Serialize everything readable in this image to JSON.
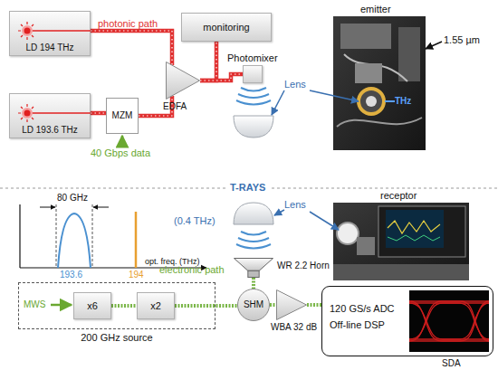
{
  "diagram": {
    "nodes": [
      {
        "text": [
          "LD 194 THz"
        ]
      },
      {
        "text": [
          "LD 193.6 THz"
        ]
      },
      {
        "text": [
          "MZM"
        ]
      },
      {
        "text": [
          "EDFA"
        ]
      },
      {
        "text": [
          "monitoring"
        ]
      },
      {
        "text": [
          "Photomixer"
        ]
      },
      {
        "text": [
          "200 GHz source"
        ]
      },
      {
        "text": [
          "x6"
        ],
        "in": 6
      },
      {
        "text": [
          "x2"
        ],
        "in": 6
      },
      {
        "text": [
          "WR 2.2 Horn"
        ]
      },
      {
        "text": [
          "SHM"
        ]
      },
      {
        "text": [
          "WBA 32 dB"
        ]
      },
      {
        "text": [
          "120 GS/s ADC",
          "Off-line DSP",
          "SDA"
        ]
      }
    ],
    "edges": [
      {
        "from": 0,
        "to": 3,
        "arrow": "none"
      },
      {
        "from": 1,
        "to": 2,
        "arrow": "none"
      },
      {
        "from": 2,
        "to": 3,
        "arrow": "none"
      },
      {
        "from": 3,
        "to": 4,
        "arrow": "none"
      },
      {
        "from": 3,
        "to": 5,
        "arrow": "none"
      },
      {
        "from": 7,
        "to": 8,
        "arrow": "none"
      },
      {
        "from": 8,
        "to": 10,
        "arrow": "none"
      },
      {
        "from": 9,
        "to": 10,
        "arrow": "none"
      },
      {
        "from": 10,
        "to": 11,
        "arrow": "none"
      },
      {
        "from": 11,
        "to": 12,
        "arrow": "none"
      }
    ],
    "labels": [
      "photonic path",
      "40 Gbps data",
      "emitter",
      "1.55 µm",
      "THz",
      "Lens",
      "T-RAYS",
      "80 GHz",
      "(0.4 THz)",
      "193.6",
      "194",
      "opt. freq. (THz)",
      "Lens",
      "receptor",
      "electronic path",
      "MWS"
    ]
  }
}
